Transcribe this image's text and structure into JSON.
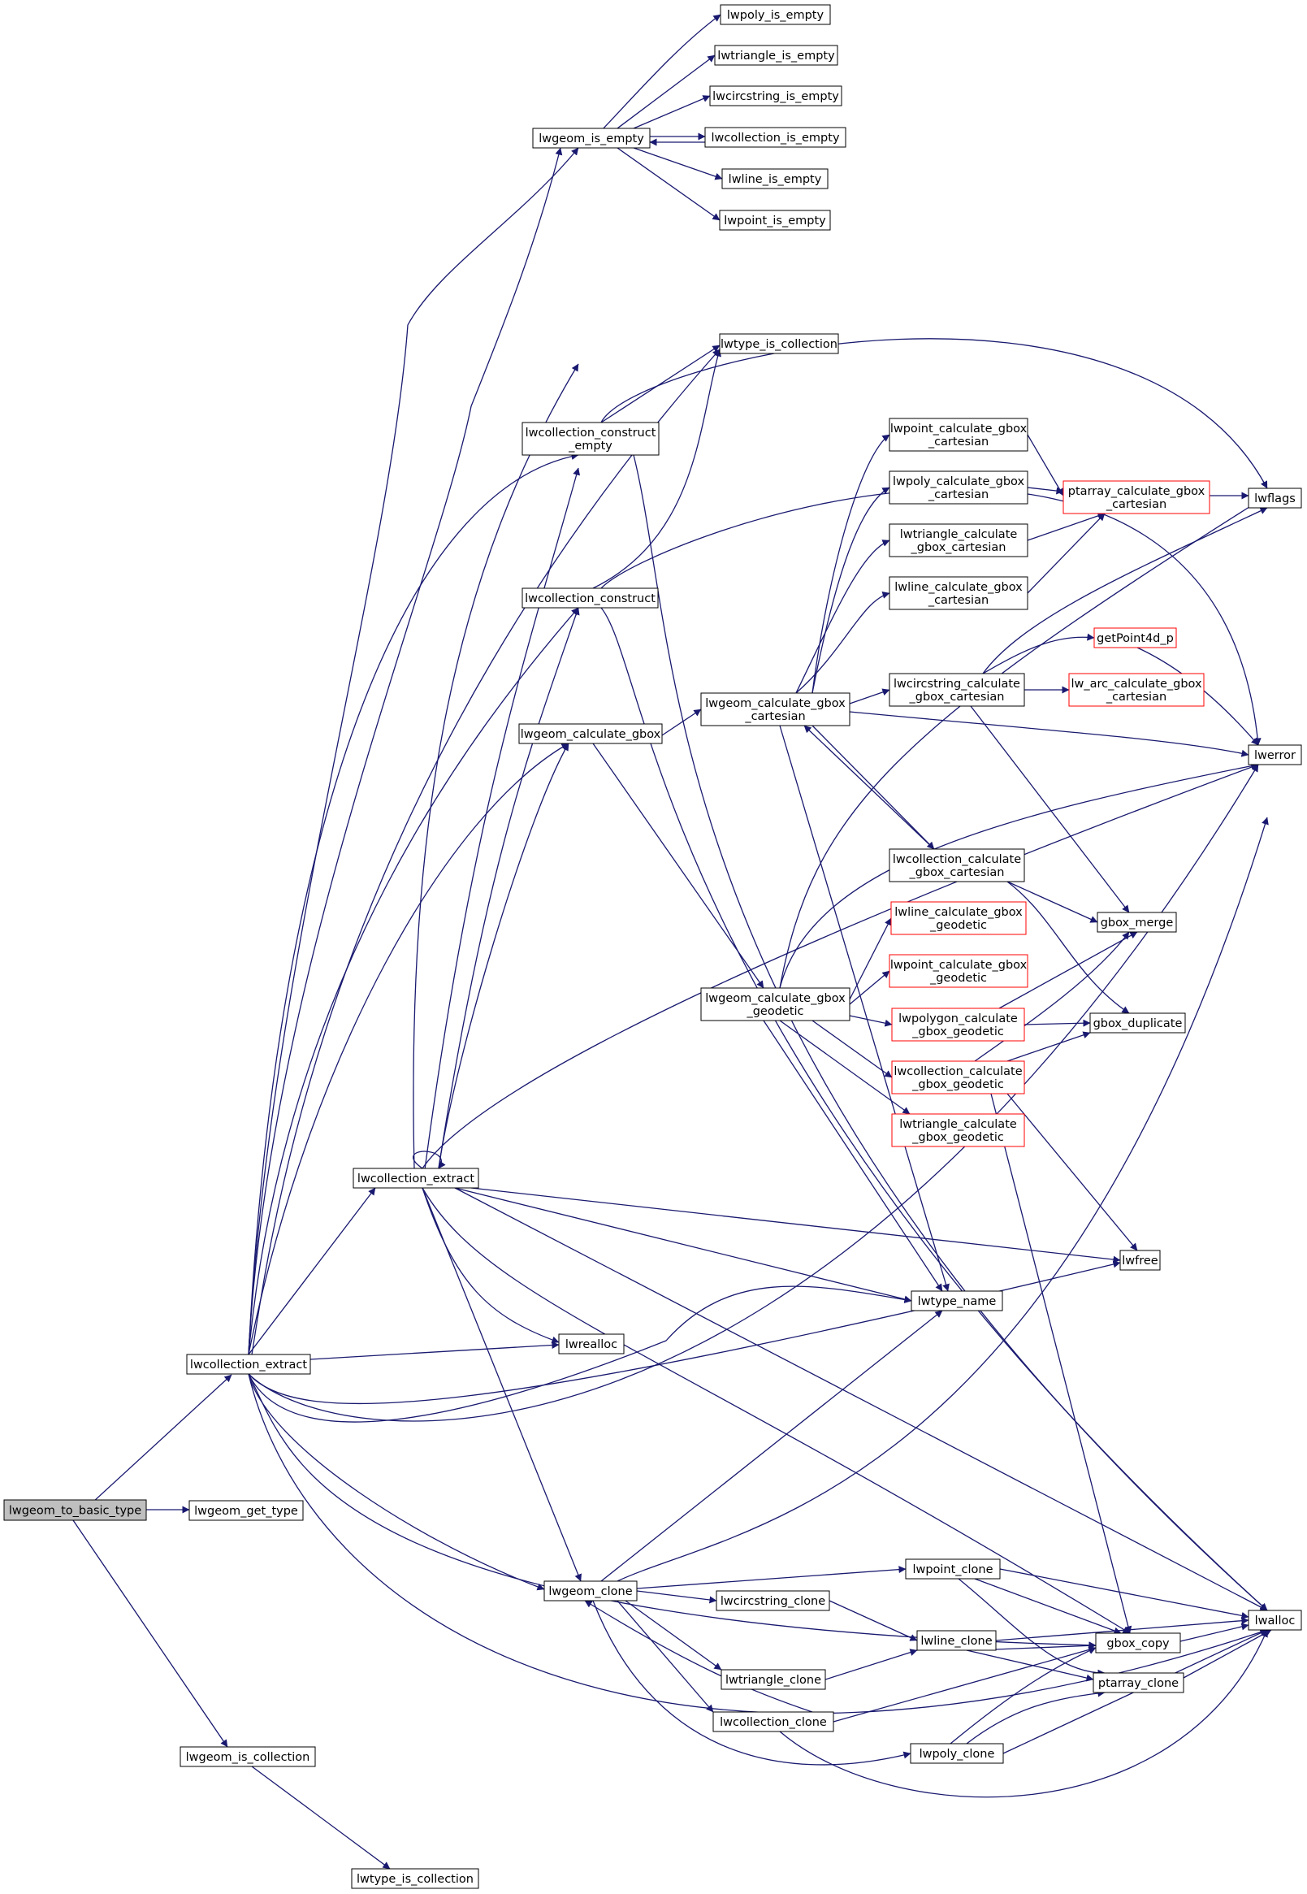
{
  "graph": {
    "colors": {
      "edge": "#191970",
      "node_border": "#000000",
      "truncated_border": "#ff0000",
      "root_fill": "#bfbfbf"
    },
    "nodes": [
      {
        "id": "root",
        "lines": [
          "lwgeom_to_basic_type"
        ],
        "root": true
      },
      {
        "id": "cx1",
        "lines": [
          "lwcollection_extract"
        ]
      },
      {
        "id": "gettype",
        "lines": [
          "lwgeom_get_type"
        ]
      },
      {
        "id": "iscoll",
        "lines": [
          "lwgeom_is_collection"
        ]
      },
      {
        "id": "typeiscoll2",
        "lines": [
          "lwtype_is_collection"
        ]
      },
      {
        "id": "isempty",
        "lines": [
          "lwgeom_is_empty"
        ]
      },
      {
        "id": "polyempty",
        "lines": [
          "lwpoly_is_empty"
        ]
      },
      {
        "id": "triempty",
        "lines": [
          "lwtriangle_is_empty"
        ]
      },
      {
        "id": "circempty",
        "lines": [
          "lwcircstring_is_empty"
        ]
      },
      {
        "id": "collempty",
        "lines": [
          "lwcollection_is_empty"
        ]
      },
      {
        "id": "lineempty",
        "lines": [
          "lwline_is_empty"
        ]
      },
      {
        "id": "pointempty",
        "lines": [
          "lwpoint_is_empty"
        ]
      },
      {
        "id": "typeiscoll",
        "lines": [
          "lwtype_is_collection"
        ]
      },
      {
        "id": "ccempty",
        "lines": [
          "lwcollection_construct",
          "_empty"
        ]
      },
      {
        "id": "ccons",
        "lines": [
          "lwcollection_construct"
        ]
      },
      {
        "id": "calcgbox",
        "lines": [
          "lwgeom_calculate_gbox"
        ]
      },
      {
        "id": "cx2",
        "lines": [
          "lwcollection_extract"
        ]
      },
      {
        "id": "realloc",
        "lines": [
          "lwrealloc"
        ]
      },
      {
        "id": "clone",
        "lines": [
          "lwgeom_clone"
        ]
      },
      {
        "id": "gcart",
        "lines": [
          "lwgeom_calculate_gbox",
          "_cartesian"
        ]
      },
      {
        "id": "ggeod",
        "lines": [
          "lwgeom_calculate_gbox",
          "_geodetic"
        ]
      },
      {
        "id": "ptcart",
        "lines": [
          "lwpoint_calculate_gbox",
          "_cartesian"
        ]
      },
      {
        "id": "polycart",
        "lines": [
          "lwpoly_calculate_gbox",
          "_cartesian"
        ]
      },
      {
        "id": "tricart",
        "lines": [
          "lwtriangle_calculate",
          "_gbox_cartesian"
        ]
      },
      {
        "id": "linecart",
        "lines": [
          "lwline_calculate_gbox",
          "_cartesian"
        ]
      },
      {
        "id": "circcart",
        "lines": [
          "lwcircstring_calculate",
          "_gbox_cartesian"
        ]
      },
      {
        "id": "collcart",
        "lines": [
          "lwcollection_calculate",
          "_gbox_cartesian"
        ]
      },
      {
        "id": "linegeod",
        "lines": [
          "lwline_calculate_gbox",
          "_geodetic"
        ],
        "red": true
      },
      {
        "id": "ptgeod",
        "lines": [
          "lwpoint_calculate_gbox",
          "_geodetic"
        ],
        "red": true
      },
      {
        "id": "polygeod",
        "lines": [
          "lwpolygon_calculate",
          "_gbox_geodetic"
        ],
        "red": true
      },
      {
        "id": "collgeod",
        "lines": [
          "lwcollection_calculate",
          "_gbox_geodetic"
        ],
        "red": true
      },
      {
        "id": "trigeod",
        "lines": [
          "lwtriangle_calculate",
          "_gbox_geodetic"
        ],
        "red": true
      },
      {
        "id": "ptarrcart",
        "lines": [
          "ptarray_calculate_gbox",
          "_cartesian"
        ],
        "red": true
      },
      {
        "id": "getp4d",
        "lines": [
          "getPoint4d_p"
        ],
        "red": true
      },
      {
        "id": "arccart",
        "lines": [
          "lw_arc_calculate_gbox",
          "_cartesian"
        ],
        "red": true
      },
      {
        "id": "lwflags",
        "lines": [
          "lwflags"
        ]
      },
      {
        "id": "lwerror",
        "lines": [
          "lwerror"
        ]
      },
      {
        "id": "gmerge",
        "lines": [
          "gbox_merge"
        ]
      },
      {
        "id": "gdup",
        "lines": [
          "gbox_duplicate"
        ]
      },
      {
        "id": "lwfree",
        "lines": [
          "lwfree"
        ]
      },
      {
        "id": "typename",
        "lines": [
          "lwtype_name"
        ]
      },
      {
        "id": "ptclone",
        "lines": [
          "lwpoint_clone"
        ]
      },
      {
        "id": "circclone",
        "lines": [
          "lwcircstring_clone"
        ]
      },
      {
        "id": "lineclone",
        "lines": [
          "lwline_clone"
        ]
      },
      {
        "id": "triclone",
        "lines": [
          "lwtriangle_clone"
        ]
      },
      {
        "id": "collclone",
        "lines": [
          "lwcollection_clone"
        ]
      },
      {
        "id": "polyclone",
        "lines": [
          "lwpoly_clone"
        ]
      },
      {
        "id": "gcopy",
        "lines": [
          "gbox_copy"
        ]
      },
      {
        "id": "ptarrclone",
        "lines": [
          "ptarray_clone"
        ]
      },
      {
        "id": "lwalloc",
        "lines": [
          "lwalloc"
        ]
      }
    ]
  }
}
